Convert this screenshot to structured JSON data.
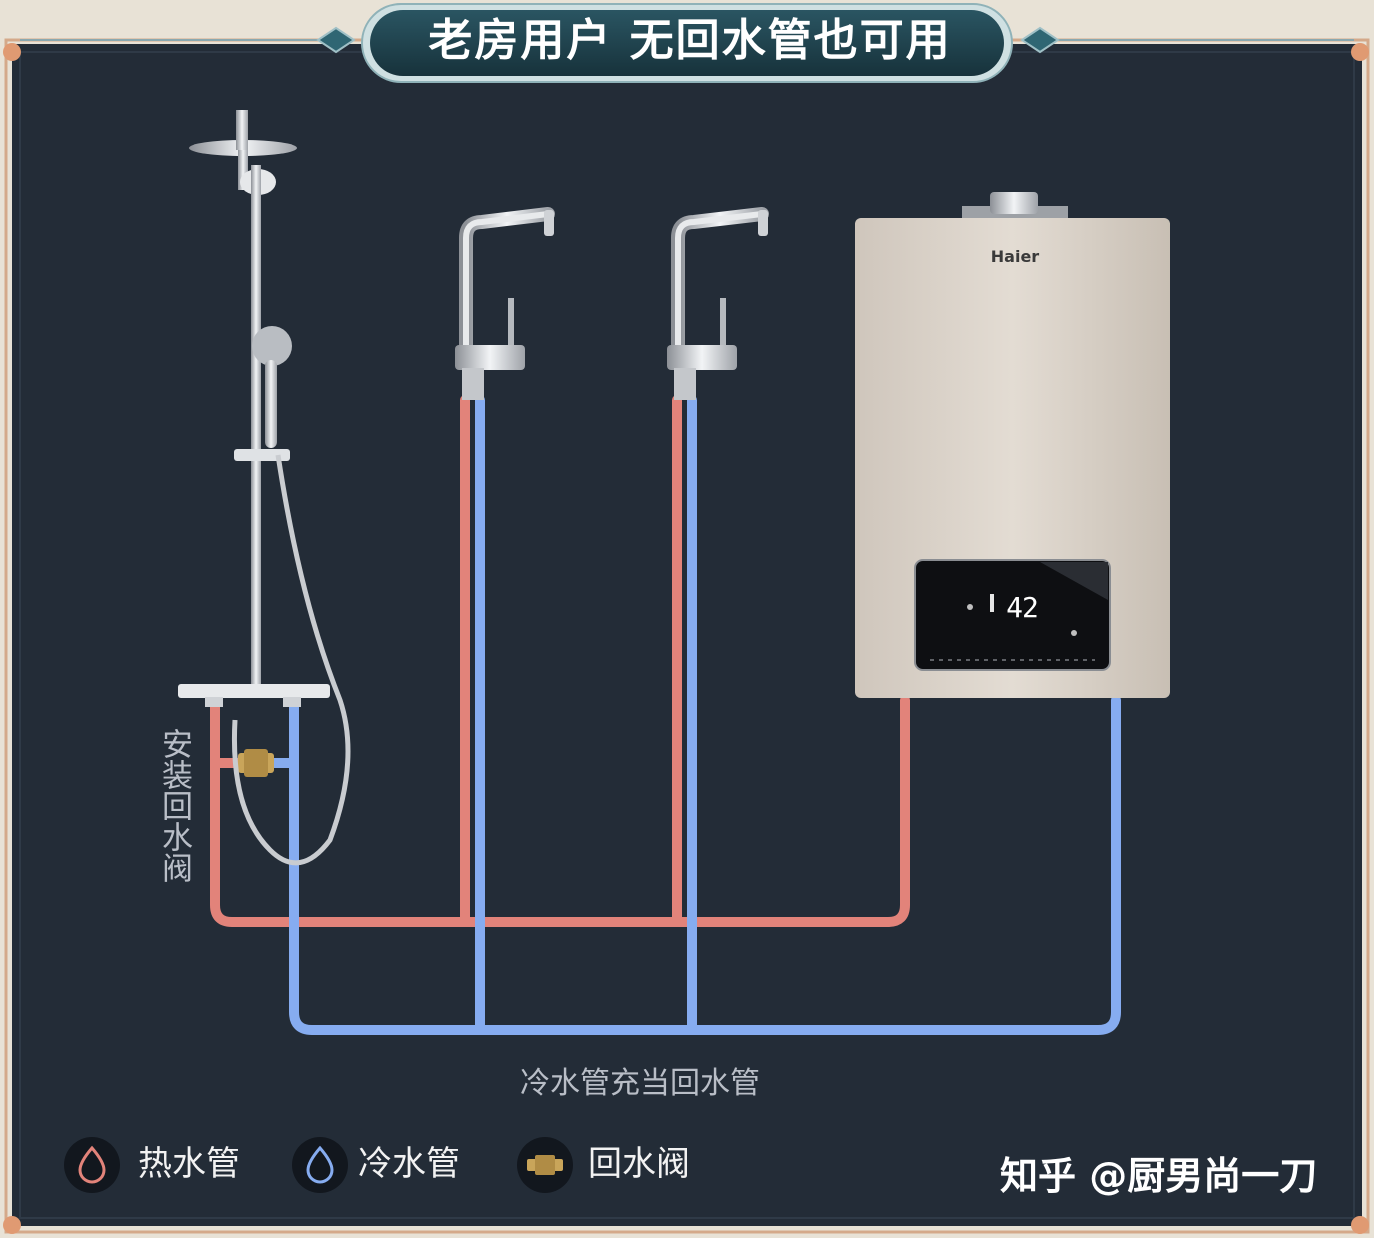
{
  "header": {
    "title": "老房用户 无回水管也可用"
  },
  "diagram": {
    "valve_label": "安装回水阀",
    "pipe_caption": "冷水管充当回水管"
  },
  "heater": {
    "logo": "Haier",
    "temperature": "42"
  },
  "legend": [
    {
      "label": "热水管",
      "icon": "hot-water-drop-icon",
      "color": "#e2837a"
    },
    {
      "label": "冷水管",
      "icon": "cold-water-drop-icon",
      "color": "#86acf0"
    },
    {
      "label": "回水阀",
      "icon": "return-valve-icon",
      "color": "#c9a55a"
    }
  ],
  "watermark": {
    "text": "知乎 @厨男尚一刀"
  },
  "colors": {
    "background": "#222b36",
    "frame": "#cdb89e",
    "hot_pipe": "#e2837a",
    "cold_pipe": "#86acf0",
    "title_plate": "#1f3d47"
  }
}
